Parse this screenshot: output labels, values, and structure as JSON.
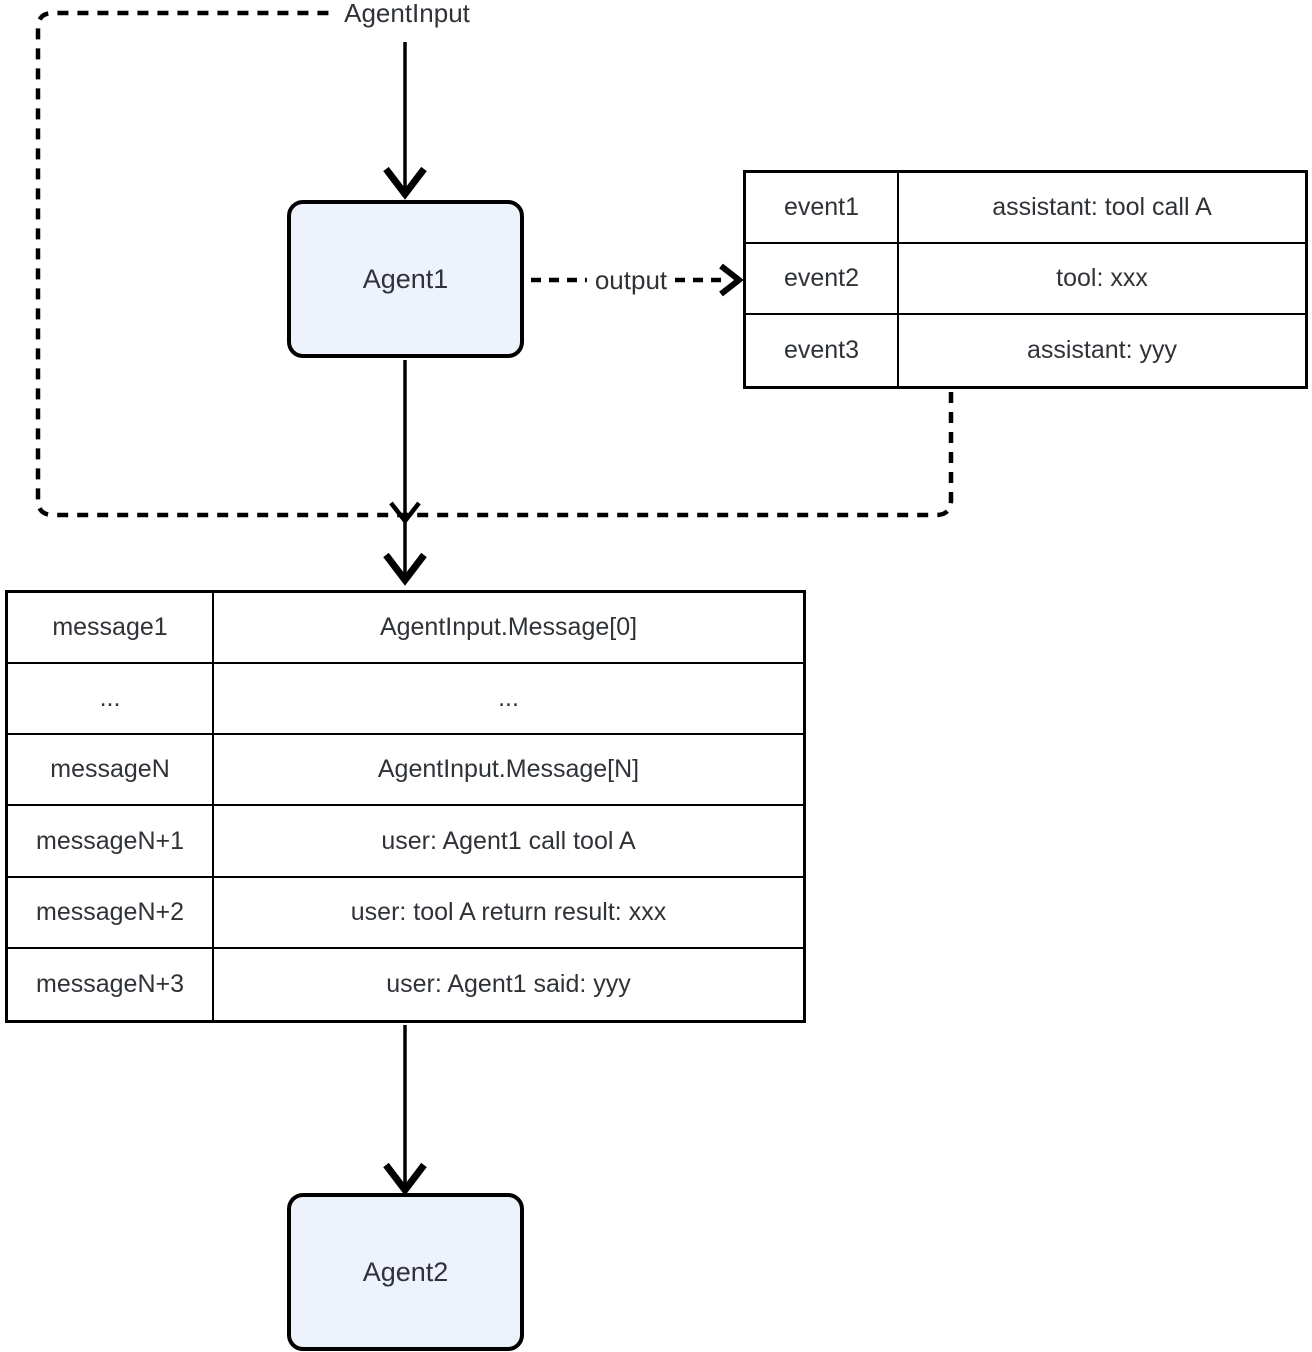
{
  "diagram": {
    "labels": {
      "agent_input": "AgentInput",
      "output": "output"
    },
    "nodes": {
      "agent1": "Agent1",
      "agent2": "Agent2"
    },
    "event_table": {
      "rows": [
        {
          "key": "event1",
          "value": "assistant: tool call A"
        },
        {
          "key": "event2",
          "value": "tool: xxx"
        },
        {
          "key": "event3",
          "value": "assistant: yyy"
        }
      ]
    },
    "message_table": {
      "rows": [
        {
          "key": "message1",
          "value": "AgentInput.Message[0]"
        },
        {
          "key": "...",
          "value": "..."
        },
        {
          "key": "messageN",
          "value": "AgentInput.Message[N]"
        },
        {
          "key": "messageN+1",
          "value": "user: Agent1 call tool A"
        },
        {
          "key": "messageN+2",
          "value": "user: tool A return result: xxx"
        },
        {
          "key": "messageN+3",
          "value": "user: Agent1 said: yyy"
        }
      ]
    },
    "colors": {
      "node_fill": "#EDF2FC",
      "node_border": "#000000",
      "line": "#000000",
      "text": "#2F3337"
    }
  }
}
